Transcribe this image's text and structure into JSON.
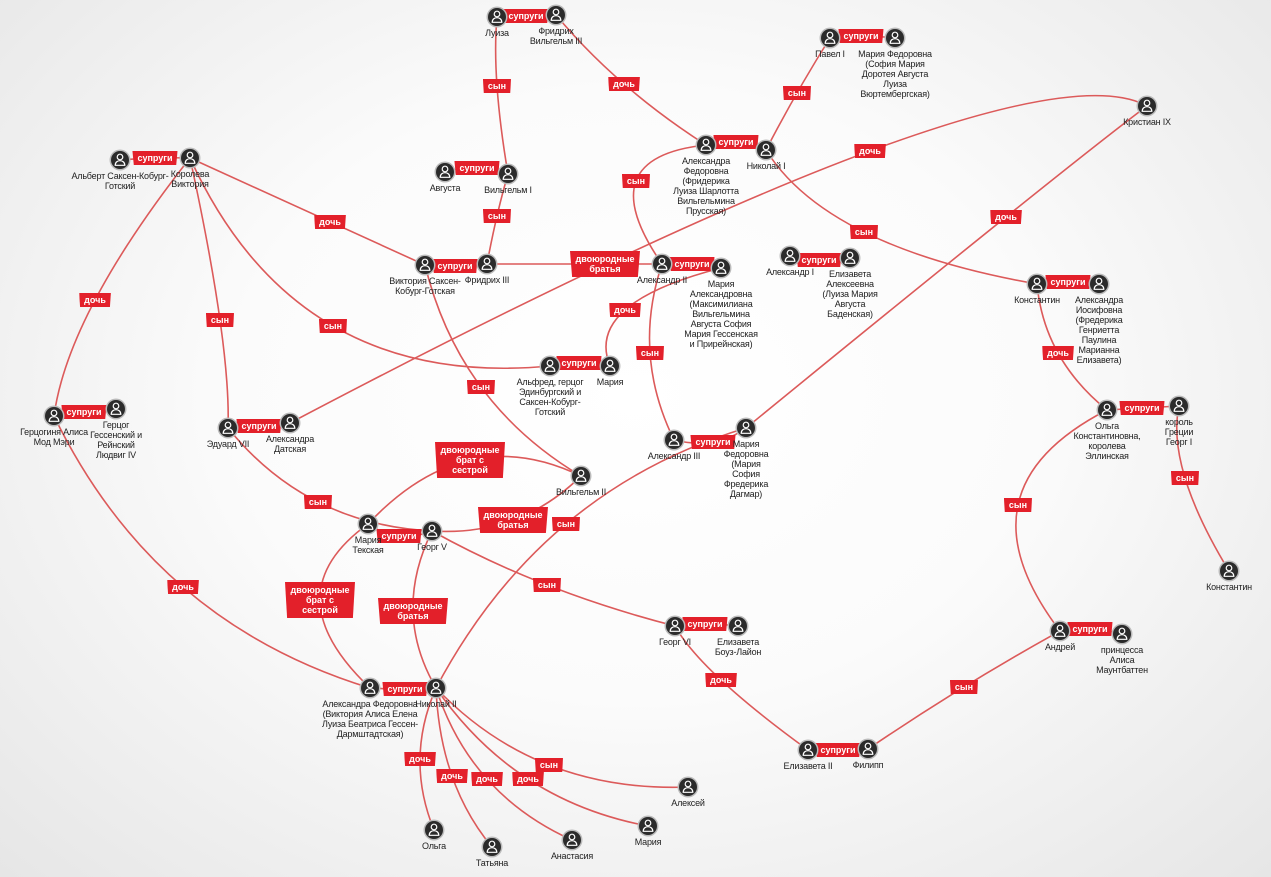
{
  "nodes": [
    {
      "id": "luiza",
      "label": "Луиза"
    },
    {
      "id": "fw3",
      "label": "Фридрих Вильгельм III"
    },
    {
      "id": "pavel1",
      "label": "Павел I"
    },
    {
      "id": "maria_f1",
      "label": "Мария Федоровна (София Мария Доротея Августа Луиза Вюртембергская)"
    },
    {
      "id": "christian9",
      "label": "Кристиан IX"
    },
    {
      "id": "albert",
      "label": "Альберт Саксен-Кобург-Готский"
    },
    {
      "id": "victoria",
      "label": "Королева Виктория"
    },
    {
      "id": "augusta",
      "label": "Августа"
    },
    {
      "id": "wilhelm1",
      "label": "Вильгельм I"
    },
    {
      "id": "alexandra_f1",
      "label": "Александра Федоровна (Фридерика Луиза Шарлотта Вильгельмина Прусская)"
    },
    {
      "id": "nikolai1",
      "label": "Николай I"
    },
    {
      "id": "alexander1",
      "label": "Александр I"
    },
    {
      "id": "elizaveta_a",
      "label": "Елизавета Алексеевна (Луиза Мария Августа Баденская)"
    },
    {
      "id": "victoria_d",
      "label": "Виктория Саксен-Кобург-Готская"
    },
    {
      "id": "friedrich3",
      "label": "Фридрих III"
    },
    {
      "id": "alexander2",
      "label": "Александр II"
    },
    {
      "id": "maria_a",
      "label": "Мария Александровна (Максимилиана Вильгельмина Августа София Мария Гессенская и Прирейнская)"
    },
    {
      "id": "konstantin",
      "label": "Константин"
    },
    {
      "id": "alexandra_i",
      "label": "Александра Иосифовна (Фредерика Генриетта Паулина Марианна Елизавета)"
    },
    {
      "id": "alfred",
      "label": "Альфред, герцог Эдинбургский и Саксен-Кобург-Готский"
    },
    {
      "id": "maria_a2",
      "label": "Мария"
    },
    {
      "id": "alisa",
      "label": "Герцогиня Алиса Мод Мэри"
    },
    {
      "id": "ludwig",
      "label": "Герцог Гессенский и Рейнский Людвиг IV"
    },
    {
      "id": "eduard7",
      "label": "Эдуард VII"
    },
    {
      "id": "alexandra_d",
      "label": "Александра Датская"
    },
    {
      "id": "alexander3",
      "label": "Александр III"
    },
    {
      "id": "maria_f2",
      "label": "Мария Федоровна (Мария София Фредерика Дагмар)"
    },
    {
      "id": "olga_k",
      "label": "Ольга Константиновна, королева Эллинская"
    },
    {
      "id": "georg_g",
      "label": "король Греции Георг I"
    },
    {
      "id": "wilhelm2",
      "label": "Вильгельм II"
    },
    {
      "id": "maria_t",
      "label": "Мария Текская"
    },
    {
      "id": "georg5",
      "label": "Георг V"
    },
    {
      "id": "konstantin2",
      "label": "Константин"
    },
    {
      "id": "georg6",
      "label": "Георг VI"
    },
    {
      "id": "elizabeth_bl",
      "label": "Елизавета Боуз-Лайон"
    },
    {
      "id": "andrey",
      "label": "Андрей"
    },
    {
      "id": "alisa_m",
      "label": "принцесса Алиса Маунтбаттен"
    },
    {
      "id": "alexandra_f2",
      "label": "Александра Федоровна (Виктория Алиса Елена Луиза Беатриса Гессен-Дармштадтская)"
    },
    {
      "id": "nikolai2",
      "label": "Николай II"
    },
    {
      "id": "elizaveta2",
      "label": "Елизавета II"
    },
    {
      "id": "philipp",
      "label": "Филипп"
    },
    {
      "id": "aleksey",
      "label": "Алексей"
    },
    {
      "id": "maria_n",
      "label": "Мария"
    },
    {
      "id": "anastasia",
      "label": "Анастасия"
    },
    {
      "id": "tatiana",
      "label": "Татьяна"
    },
    {
      "id": "olga_n",
      "label": "Ольга"
    }
  ],
  "edges": [
    {
      "from": "luiza",
      "to": "fw3",
      "label": "супруги"
    },
    {
      "from": "pavel1",
      "to": "maria_f1",
      "label": "супруги"
    },
    {
      "from": "albert",
      "to": "victoria",
      "label": "супруги"
    },
    {
      "from": "augusta",
      "to": "wilhelm1",
      "label": "супруги"
    },
    {
      "from": "alexandra_f1",
      "to": "nikolai1",
      "label": "супруги"
    },
    {
      "from": "alexander1",
      "to": "elizaveta_a",
      "label": "супруги"
    },
    {
      "from": "victoria_d",
      "to": "friedrich3",
      "label": "супруги"
    },
    {
      "from": "alexander2",
      "to": "maria_a",
      "label": "супруги"
    },
    {
      "from": "konstantin",
      "to": "alexandra_i",
      "label": "супруги"
    },
    {
      "from": "alfred",
      "to": "maria_a2",
      "label": "супруги"
    },
    {
      "from": "alisa",
      "to": "ludwig",
      "label": "супруги"
    },
    {
      "from": "eduard7",
      "to": "alexandra_d",
      "label": "супруги"
    },
    {
      "from": "alexander3",
      "to": "maria_f2",
      "label": "супруги"
    },
    {
      "from": "olga_k",
      "to": "georg_g",
      "label": "супруги"
    },
    {
      "from": "maria_t",
      "to": "georg5",
      "label": "супруги"
    },
    {
      "from": "georg6",
      "to": "elizabeth_bl",
      "label": "супруги"
    },
    {
      "from": "andrey",
      "to": "alisa_m",
      "label": "супруги"
    },
    {
      "from": "alexandra_f2",
      "to": "nikolai2",
      "label": "супруги"
    },
    {
      "from": "elizaveta2",
      "to": "philipp",
      "label": "супруги"
    },
    {
      "from": "luiza",
      "to": "wilhelm1",
      "label": "сын"
    },
    {
      "from": "wilhelm1",
      "to": "friedrich3",
      "label": "сын"
    },
    {
      "from": "fw3",
      "to": "alexandra_f1",
      "label": "дочь"
    },
    {
      "from": "pavel1",
      "to": "nikolai1",
      "label": "сын"
    },
    {
      "from": "alexandra_f1",
      "to": "alexander2",
      "label": "сын"
    },
    {
      "from": "nikolai1",
      "to": "konstantin",
      "label": "сын"
    },
    {
      "from": "christian9",
      "to": "alexandra_d",
      "label": "дочь"
    },
    {
      "from": "christian9",
      "to": "maria_f2",
      "label": "дочь"
    },
    {
      "from": "victoria",
      "to": "victoria_d",
      "label": "дочь"
    },
    {
      "from": "victoria",
      "to": "alisa",
      "label": "дочь"
    },
    {
      "from": "victoria",
      "to": "eduard7",
      "label": "сын"
    },
    {
      "from": "victoria",
      "to": "alfred",
      "label": "сын"
    },
    {
      "from": "victoria_d",
      "to": "wilhelm2",
      "label": "сын"
    },
    {
      "from": "alexander2",
      "to": "alexander3",
      "label": "сын"
    },
    {
      "from": "maria_a",
      "to": "maria_a2",
      "label": "дочь"
    },
    {
      "from": "konstantin",
      "to": "olga_k",
      "label": "дочь"
    },
    {
      "from": "olga_k",
      "to": "andrey",
      "label": "сын"
    },
    {
      "from": "georg_g",
      "to": "konstantin2",
      "label": "сын"
    },
    {
      "from": "eduard7",
      "to": "georg5",
      "label": "сын"
    },
    {
      "from": "alisa",
      "to": "alexandra_f2",
      "label": "дочь"
    },
    {
      "from": "maria_f2",
      "to": "nikolai2",
      "label": "сын"
    },
    {
      "from": "georg5",
      "to": "georg6",
      "label": "сын"
    },
    {
      "from": "georg6",
      "to": "elizaveta2",
      "label": "дочь"
    },
    {
      "from": "andrey",
      "to": "philipp",
      "label": "сын"
    },
    {
      "from": "nikolai2",
      "to": "olga_n",
      "label": "дочь"
    },
    {
      "from": "nikolai2",
      "to": "tatiana",
      "label": "дочь"
    },
    {
      "from": "nikolai2",
      "to": "anastasia",
      "label": "дочь"
    },
    {
      "from": "nikolai2",
      "to": "maria_n",
      "label": "дочь"
    },
    {
      "from": "nikolai2",
      "to": "aleksey",
      "label": "сын"
    },
    {
      "from": "friedrich3",
      "to": "alexander2",
      "label": "двоюродные братья"
    },
    {
      "from": "maria_t",
      "to": "wilhelm2",
      "label": "двоюродные брат с сестрой"
    },
    {
      "from": "georg5",
      "to": "wilhelm2",
      "label": "двоюродные братья"
    },
    {
      "from": "maria_t",
      "to": "alexandra_f2",
      "label": "двоюродные брат с сестрой"
    },
    {
      "from": "georg5",
      "to": "nikolai2",
      "label": "двоюродные братья"
    }
  ],
  "colors": {
    "tag": "#e3202a",
    "edge": "#dc5a5a",
    "icon": "#2b2b2b"
  }
}
